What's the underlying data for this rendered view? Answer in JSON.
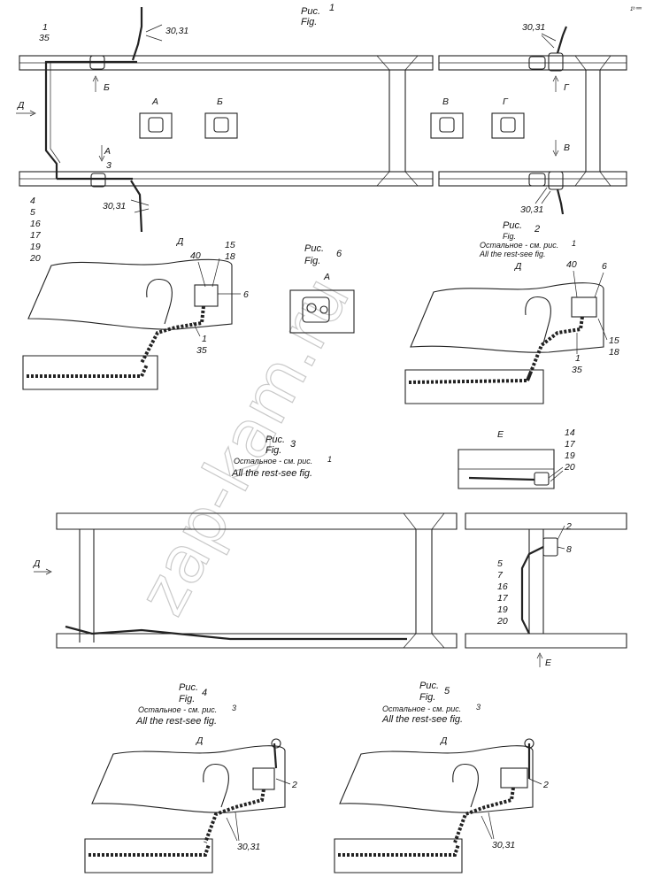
{
  "watermark": "zap-kam.ru",
  "corner_mark": "1ᵇ ᵐᵐ",
  "fig1": {
    "ru": "Рис.",
    "en": "Fig.",
    "num": "1"
  },
  "fig2": {
    "ru": "Рис.",
    "en": "Fig.",
    "num": "2",
    "note_ru": "Остальное - см. рис.",
    "note_en": "All the rest-see fig.",
    "ref": "1"
  },
  "fig3": {
    "ru": "Рис.",
    "en": "Fig.",
    "num": "3",
    "note_ru": "Остальное - см. рис.",
    "note_en": "All the rest-see fig.",
    "ref": "1"
  },
  "fig4": {
    "ru": "Рис.",
    "en": "Fig.",
    "num": "4",
    "note_ru": "Остальное - см. рис.",
    "note_en": "All the rest-see fig.",
    "ref": "3"
  },
  "fig5": {
    "ru": "Рис.",
    "en": "Fig.",
    "num": "5",
    "note_ru": "Остальное - см. рис.",
    "note_en": "All the rest-see fig.",
    "ref": "3"
  },
  "fig6": {
    "ru": "Рис.",
    "en": "Fig.",
    "num": "6",
    "view": "А"
  },
  "views": {
    "A": "А",
    "B": "Б",
    "V": "В",
    "G": "Г",
    "D": "Д",
    "E": "Е"
  },
  "callouts": {
    "c1": "1",
    "c35": "35",
    "c3031": "30,31",
    "c3": "3",
    "c4": "4",
    "c5": "5",
    "c16": "16",
    "c17": "17",
    "c19": "19",
    "c20": "20",
    "c15": "15",
    "c18": "18",
    "c40": "40",
    "c6": "6",
    "c14": "14",
    "c2": "2",
    "c8": "8",
    "c7": "7"
  }
}
